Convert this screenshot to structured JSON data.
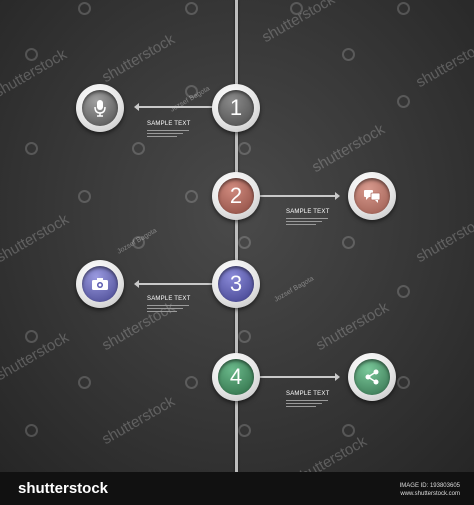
{
  "steps": [
    {
      "number": "1",
      "label": "SAMPLE TEXT",
      "icon": "microphone-icon",
      "accent": "#6a6a6a"
    },
    {
      "number": "2",
      "label": "SAMPLE TEXT",
      "icon": "speech-bubbles-icon",
      "accent": "#b06a5f"
    },
    {
      "number": "3",
      "label": "SAMPLE TEXT",
      "icon": "camera-icon",
      "accent": "#5a5ab0"
    },
    {
      "number": "4",
      "label": "SAMPLE TEXT",
      "icon": "share-icon",
      "accent": "#3f8a5f"
    }
  ],
  "watermark": {
    "text": "shutterstock",
    "author": "Jozsef Bagota"
  },
  "footer": {
    "brand": "shutterstock",
    "image_id": "IMAGE ID: 193803605",
    "site": "www.shutterstock.com"
  },
  "colors": {
    "background": "#3a3a3a",
    "line": "#bdbdbd",
    "footer": "#111111"
  }
}
